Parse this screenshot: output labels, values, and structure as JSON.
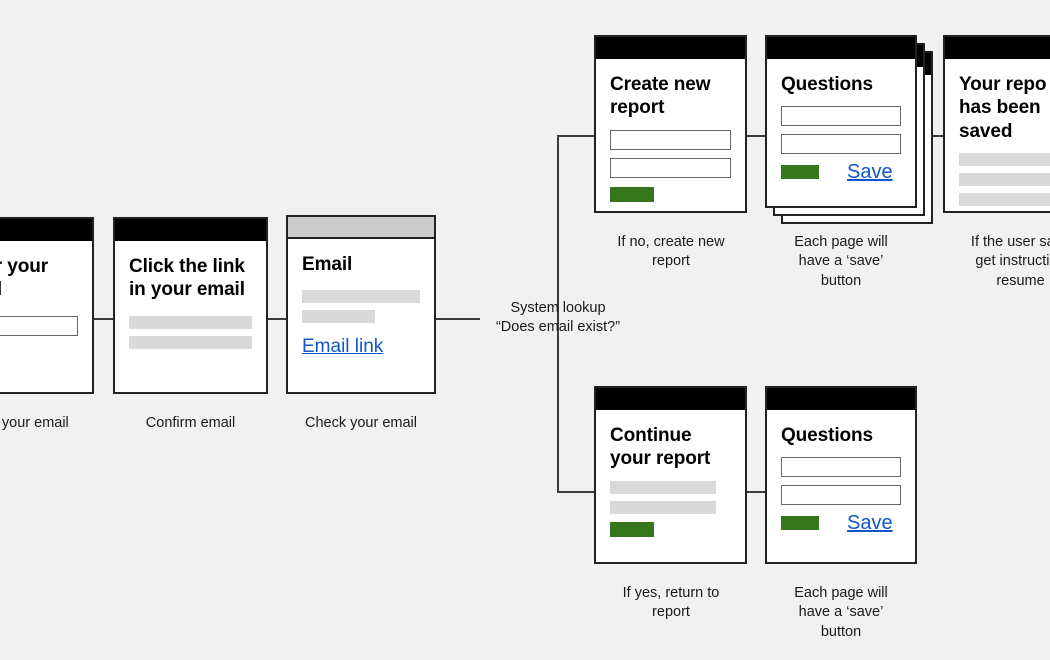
{
  "background_color": "#f1f1f1",
  "colors": {
    "header_black": "#000000",
    "header_gray": "#cccccc",
    "button_green": "#38761d",
    "link_blue": "#1155cc",
    "placeholder_gray": "#d9d9d9",
    "border": "#222222",
    "connector": "#3c3c3c"
  },
  "flow_label": {
    "line1": "System lookup",
    "line2": "“Does email exist?”",
    "text": "System lookup\n“Does email exist?”"
  },
  "cards": {
    "enter_email": {
      "title": "r your",
      "title_full": "Enter your email",
      "caption": "your email",
      "caption_full": "Enter your email",
      "header_style": "black",
      "fields": [
        "",
        ""
      ]
    },
    "click_link": {
      "title": "Click the link\nin your email",
      "caption": "Confirm email",
      "header_style": "black",
      "bars": [
        "w100",
        "w100"
      ]
    },
    "email": {
      "title": "Email",
      "caption": "Check your email",
      "header_style": "gray",
      "bars": [
        "w100",
        "w62"
      ],
      "link_label": "Email link"
    },
    "create_new_report": {
      "title": "Create new\nreport",
      "caption": "If no, create new\nreport",
      "header_style": "black",
      "fields": [
        "",
        ""
      ],
      "button": "green"
    },
    "questions_top": {
      "title": "Questions",
      "caption": "Each page will\nhave a ‘save’\nbutton",
      "header_style": "black",
      "fields": [
        "",
        ""
      ],
      "button": "green",
      "save_label": "Save",
      "stacked_layers": 3
    },
    "report_saved": {
      "title": "Your repo",
      "title_full": "Your report has been saved",
      "title_lines": "Your repo\nhas been\nsaved",
      "caption": "If the user save\nget instruction\nresume",
      "caption_full": "If the user saves, they'll get instructions to resume",
      "header_style": "black",
      "bars": [
        "w100",
        "w100",
        "w100"
      ]
    },
    "continue_report": {
      "title": "Continue\nyour report",
      "caption": "If yes, return to\nreport",
      "header_style": "black",
      "bars": [
        "w88",
        "w88"
      ],
      "button": "green"
    },
    "questions_bottom": {
      "title": "Questions",
      "caption": "Each page will\nhave a ‘save’\nbutton",
      "header_style": "black",
      "fields": [
        "",
        ""
      ],
      "button": "green",
      "save_label": "Save"
    }
  }
}
